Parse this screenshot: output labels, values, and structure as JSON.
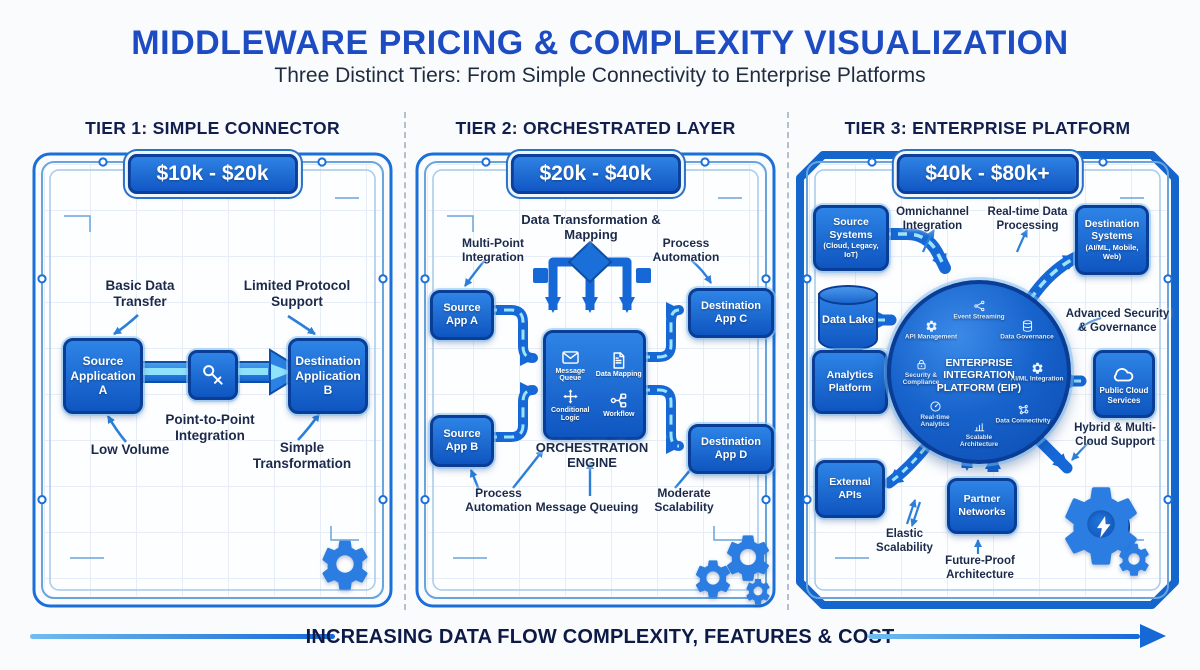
{
  "header": {
    "title": "MIDDLEWARE PRICING & COMPLEXITY VISUALIZATION",
    "subtitle": "Three Distinct Tiers: From Simple Connectivity to Enterprise Platforms"
  },
  "footer": {
    "label": "INCREASING DATA FLOW COMPLEXITY, FEATURES & COST"
  },
  "colors": {
    "accent": "#1668d6",
    "title_blue": "#1d4cc2",
    "navy": "#121f4e",
    "badge_blue": "#1d74da"
  },
  "tier1": {
    "title": "TIER 1: SIMPLE CONNECTOR",
    "price": "$10k - $20k",
    "labels": {
      "basic_data": "Basic Data Transfer",
      "limited_protocol": "Limited Protocol Support",
      "low_volume": "Low Volume",
      "simple_transformation": "Simple Transformation",
      "p2p": "Point-to-Point Integration"
    },
    "boxes": {
      "source": "Source Application A",
      "destination": "Destination Application B"
    }
  },
  "tier2": {
    "title": "TIER 2: ORCHESTRATED LAYER",
    "price": "$20k - $40k",
    "labels": {
      "data_transform": "Data Transformation & Mapping",
      "multi_point": "Multi-Point Integration",
      "process_automation_top": "Process Automation",
      "process_automation": "Process Automation",
      "message_queuing": "Message Queuing",
      "moderate_scalability": "Moderate Scalability",
      "engine": "ORCHESTRATION ENGINE"
    },
    "boxes": {
      "source_a": "Source App A",
      "source_b": "Source App B",
      "dest_c": "Destination App C",
      "dest_d": "Destination App D"
    },
    "engine_items": [
      {
        "icon": "envelope",
        "label": "Message Queue"
      },
      {
        "icon": "doc",
        "label": "Data Mapping"
      },
      {
        "icon": "cond",
        "label": "Conditional Logic"
      },
      {
        "icon": "workflow",
        "label": "Workflow"
      }
    ]
  },
  "tier3": {
    "title": "TIER 3: ENTERPRISE PLATFORM",
    "price": "$40k - $80k+",
    "labels": {
      "omnichannel": "Omnichannel Integration",
      "realtime": "Real-time Data Processing",
      "adv_security": "Advanced Security & Governance",
      "hybrid": "Hybrid & Multi-Cloud Support",
      "elastic": "Elastic Scalability",
      "future_proof": "Future-Proof Architecture"
    },
    "boxes": {
      "source_systems": {
        "main": "Source Systems",
        "sub": "(Cloud, Legacy, IoT)"
      },
      "data_lake": "Data Lake",
      "analytics": "Analytics Platform",
      "external_apis": "External APIs",
      "dest_systems": {
        "main": "Destination Systems",
        "sub": "(AI/ML, Mobile, Web)"
      },
      "cloud_services": "Public Cloud Services",
      "partner_networks": "Partner Networks"
    },
    "eip": {
      "label": "ENTERPRISE INTEGRATION PLATFORM (EIP)",
      "satellites": [
        {
          "icon": "gear",
          "label": "API Management"
        },
        {
          "icon": "share",
          "label": "Event Streaming"
        },
        {
          "icon": "database",
          "label": "Data Governance"
        },
        {
          "icon": "gear",
          "label": "AI/ML Integration"
        },
        {
          "icon": "molecule",
          "label": "Data Connectivity"
        },
        {
          "icon": "chart",
          "label": "Scalable Architecture"
        },
        {
          "icon": "gauge",
          "label": "Real-time Analytics"
        },
        {
          "icon": "lock",
          "label": "Security & Compliance"
        }
      ]
    }
  }
}
